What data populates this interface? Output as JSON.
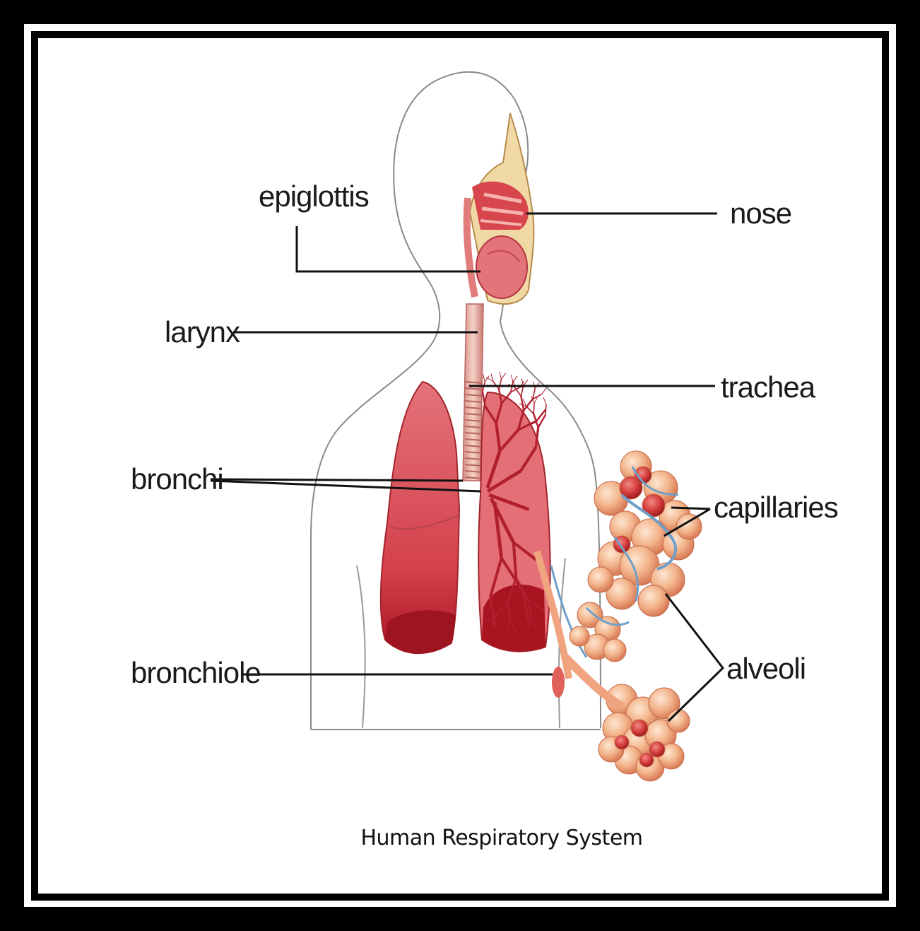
{
  "labels": {
    "epiglottis": "epiglottis",
    "nose": "nose",
    "larynx": "larynx",
    "trachea": "trachea",
    "bronchi": "bronchi",
    "capillaries": "capillaries",
    "bronchiole": "bronchiole",
    "alveoli": "alveoli"
  },
  "caption": "Human Respiratory System",
  "colors": {
    "frame": "#000000",
    "lung": "#d9424e",
    "lung_dark": "#9e1420",
    "alveoli": "#f3b58c",
    "capillary": "#6f9fc8",
    "leader_line": "#111111",
    "body_outline": "#8a8a8a"
  }
}
